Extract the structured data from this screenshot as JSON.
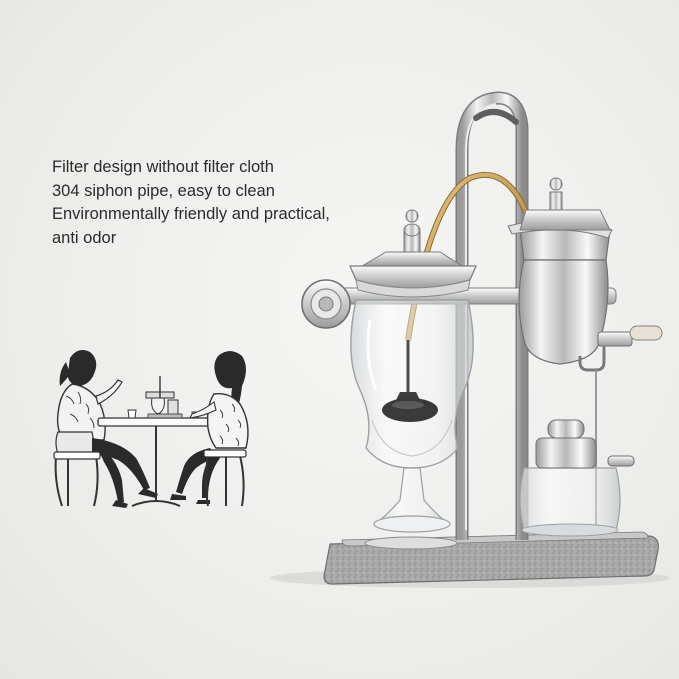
{
  "caption": {
    "lines": [
      "Filter design without filter cloth",
      "304 siphon pipe, easy to clean",
      "Environmentally friendly and practical,",
      "anti odor"
    ]
  }
}
